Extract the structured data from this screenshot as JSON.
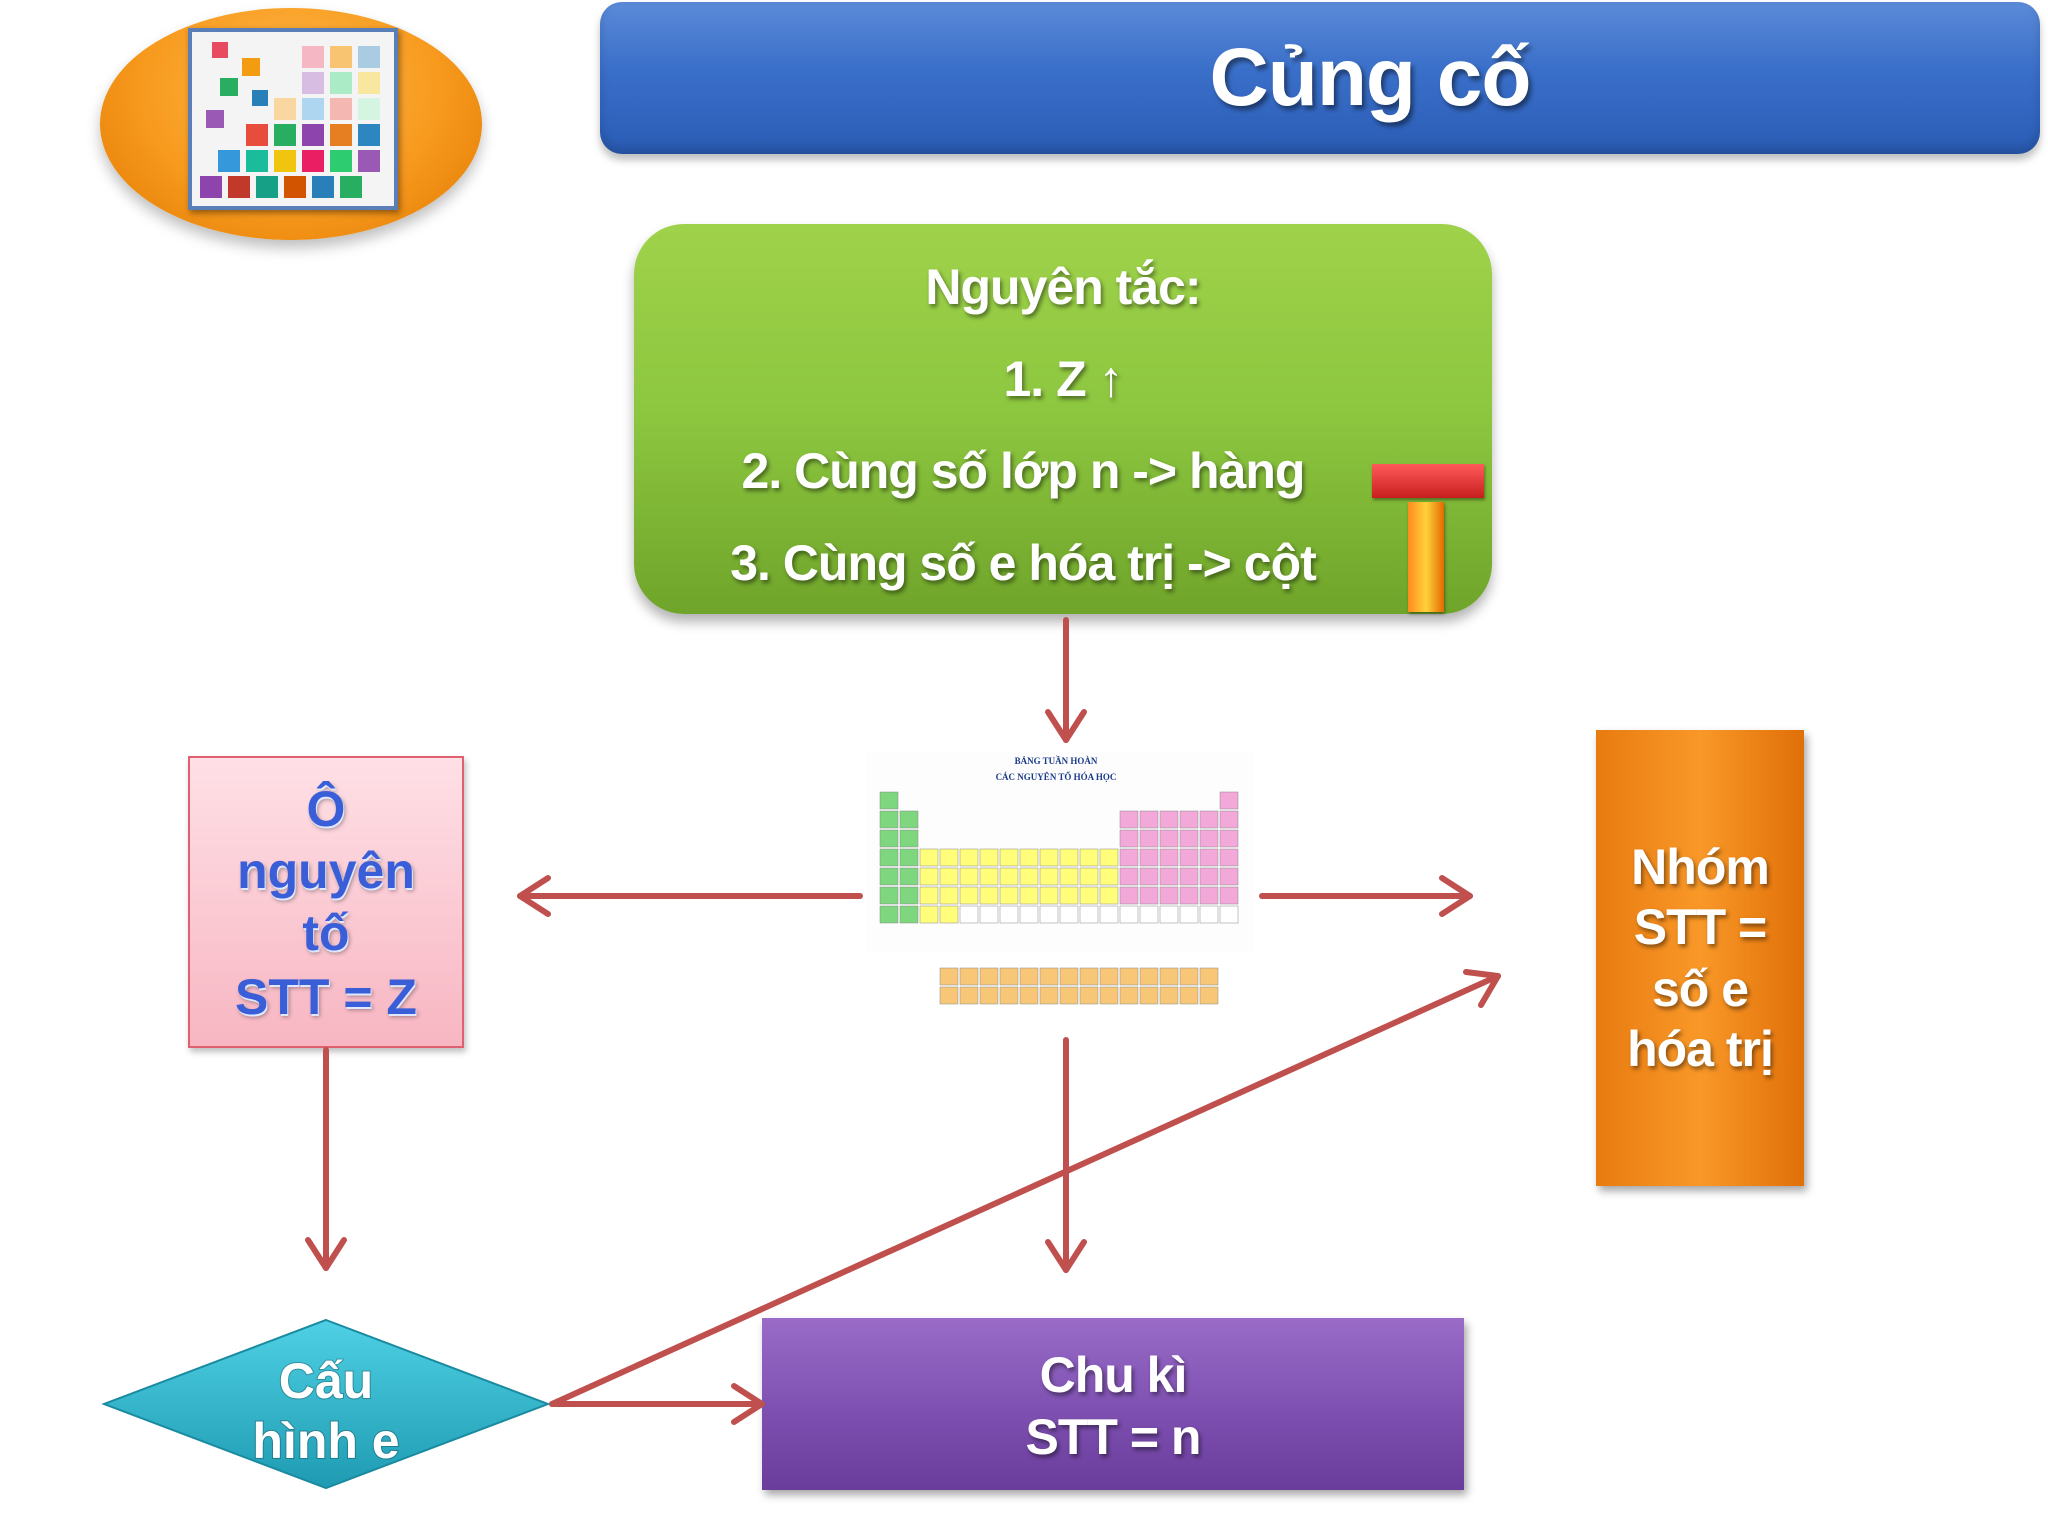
{
  "title": "Củng cố",
  "principle": {
    "title": "Nguyên tắc:",
    "items": [
      "1.  Z ↑",
      "2. Cùng số lớp n -> hàng",
      "3. Cùng số e hóa trị -> cột"
    ]
  },
  "element_box": {
    "lines": [
      "Ô",
      "nguyên",
      "tố",
      "STT  =  Z"
    ]
  },
  "group_box": {
    "lines": [
      "Nhóm",
      "STT =",
      "số e",
      "hóa trị"
    ]
  },
  "config_box": {
    "lines": [
      "Cấu",
      "hình e"
    ]
  },
  "period_box": {
    "lines": [
      "Chu kì",
      "STT = n"
    ]
  },
  "periodic_table": {
    "title_lines": [
      "BẢNG TUẦN HOÀN",
      "CÁC NGUYÊN TỐ HÓA HỌC"
    ]
  },
  "colors": {
    "title_banner": "#3a6fc9",
    "principle_box": "#8cc63f",
    "element_box": "#f7b6c2",
    "group_box": "#f99828",
    "config_box": "#36b7cc",
    "period_box": "#7d4fb0",
    "arrow": "#c0504d",
    "blue_text": "#3a5ed8"
  }
}
